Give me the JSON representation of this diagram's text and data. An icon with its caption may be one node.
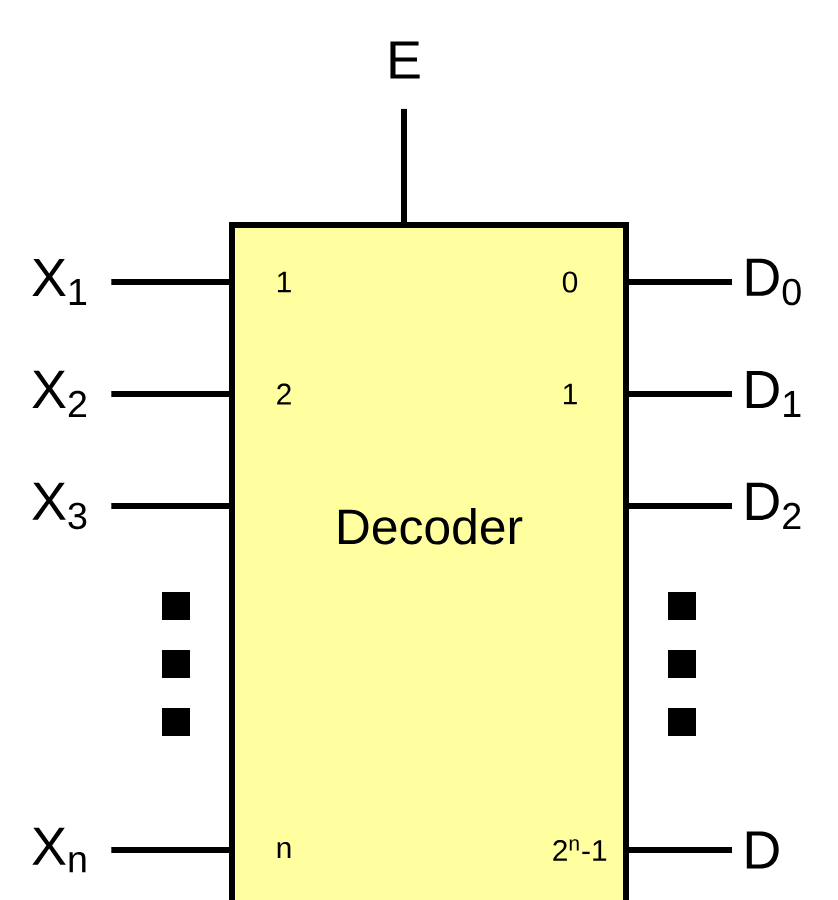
{
  "diagram": {
    "nodes": [
      {
        "text": [
          "Decoder"
        ]
      },
      {
        "text": [
          "E"
        ]
      },
      {
        "text": [
          "X$_{1}$"
        ]
      },
      {
        "text": [
          "X$_{2}$"
        ]
      },
      {
        "text": [
          "X$_{3}$"
        ]
      },
      {
        "text": [
          "X$_{n}$"
        ]
      },
      {
        "text": [
          "D$_{0}$"
        ]
      },
      {
        "text": [
          "D$_{1}$"
        ]
      },
      {
        "text": [
          "D$_{2}$"
        ]
      },
      {
        "text": [
          "D"
        ]
      }
    ],
    "edges": [
      {
        "from": 1,
        "to": 0,
        "arrow": "none"
      },
      {
        "from": 2,
        "to": 0,
        "arrow": "none"
      },
      {
        "from": 3,
        "to": 0,
        "arrow": "none"
      },
      {
        "from": 4,
        "to": 0,
        "arrow": "none"
      },
      {
        "from": 5,
        "to": 0,
        "arrow": "none"
      },
      {
        "from": 0,
        "to": 6,
        "arrow": "none"
      },
      {
        "from": 0,
        "to": 7,
        "arrow": "none"
      },
      {
        "from": 0,
        "to": 8,
        "arrow": "none"
      },
      {
        "from": 0,
        "to": 9,
        "arrow": "none"
      }
    ],
    "labels": [
      "1",
      "0",
      "2",
      "1",
      "n",
      "2$^{n}$-1"
    ]
  }
}
